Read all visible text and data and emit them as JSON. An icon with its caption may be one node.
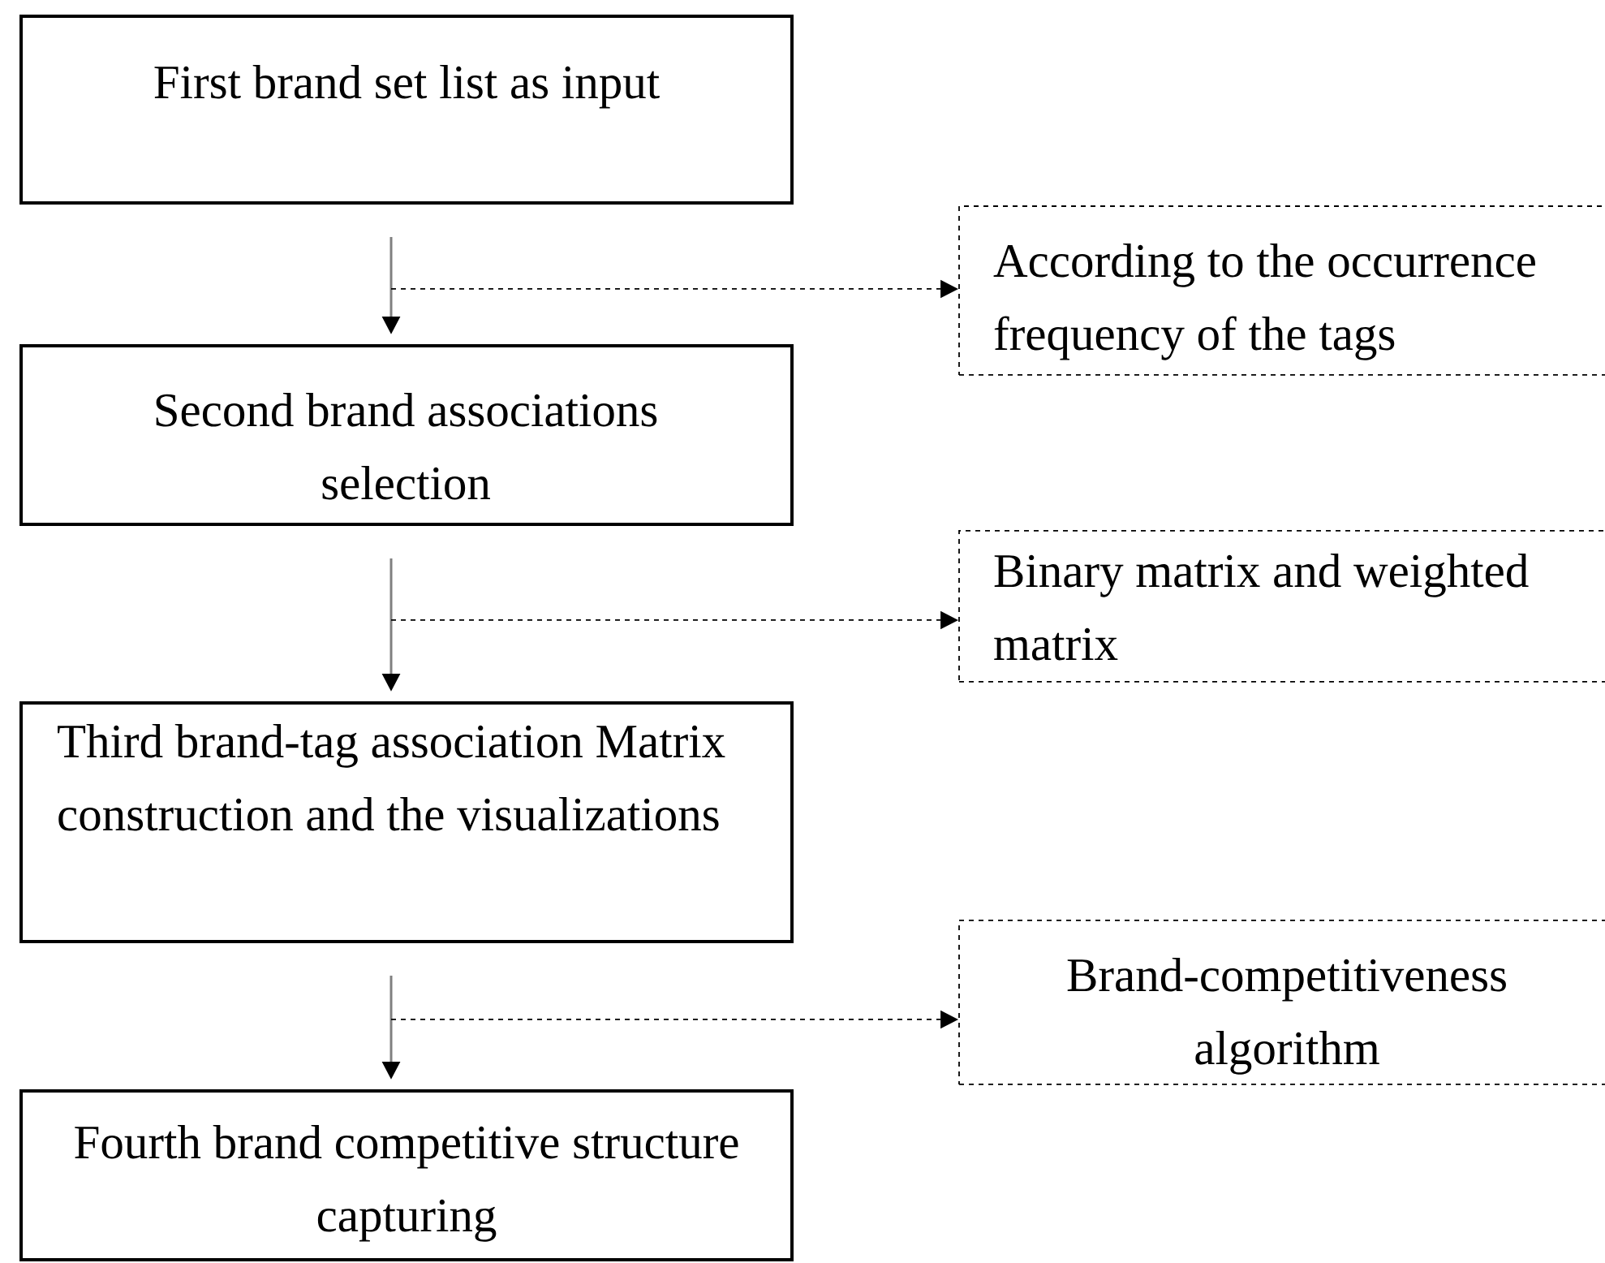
{
  "diagram": {
    "nodes": [
      {
        "text": [
          "First brand set list as input"
        ]
      },
      {
        "text": [
          "According to the occurrence frequency of the tags"
        ]
      },
      {
        "text": [
          "Second brand associations selection"
        ]
      },
      {
        "text": [
          "Binary matrix and weighted matrix"
        ]
      },
      {
        "text": [
          "Third brand-tag association Matrix construction and the visualizations"
        ]
      },
      {
        "text": [
          "Brand-competitiveness algorithm"
        ]
      },
      {
        "text": [
          "Fourth brand competitive structure capturing"
        ]
      }
    ],
    "edges": [
      {
        "from": 0,
        "to": 2,
        "arrow": "to"
      },
      {
        "from": null,
        "to": 1,
        "arrow": "to",
        "style": "dashed",
        "color": "#000000"
      },
      {
        "from": 2,
        "to": 4,
        "arrow": "to"
      },
      {
        "from": null,
        "to": 3,
        "arrow": "to",
        "style": "dashed",
        "color": "#000000"
      },
      {
        "from": 4,
        "to": 6,
        "arrow": "to"
      },
      {
        "from": null,
        "to": 5,
        "arrow": "to",
        "style": "dashed",
        "color": "#000000"
      }
    ]
  }
}
